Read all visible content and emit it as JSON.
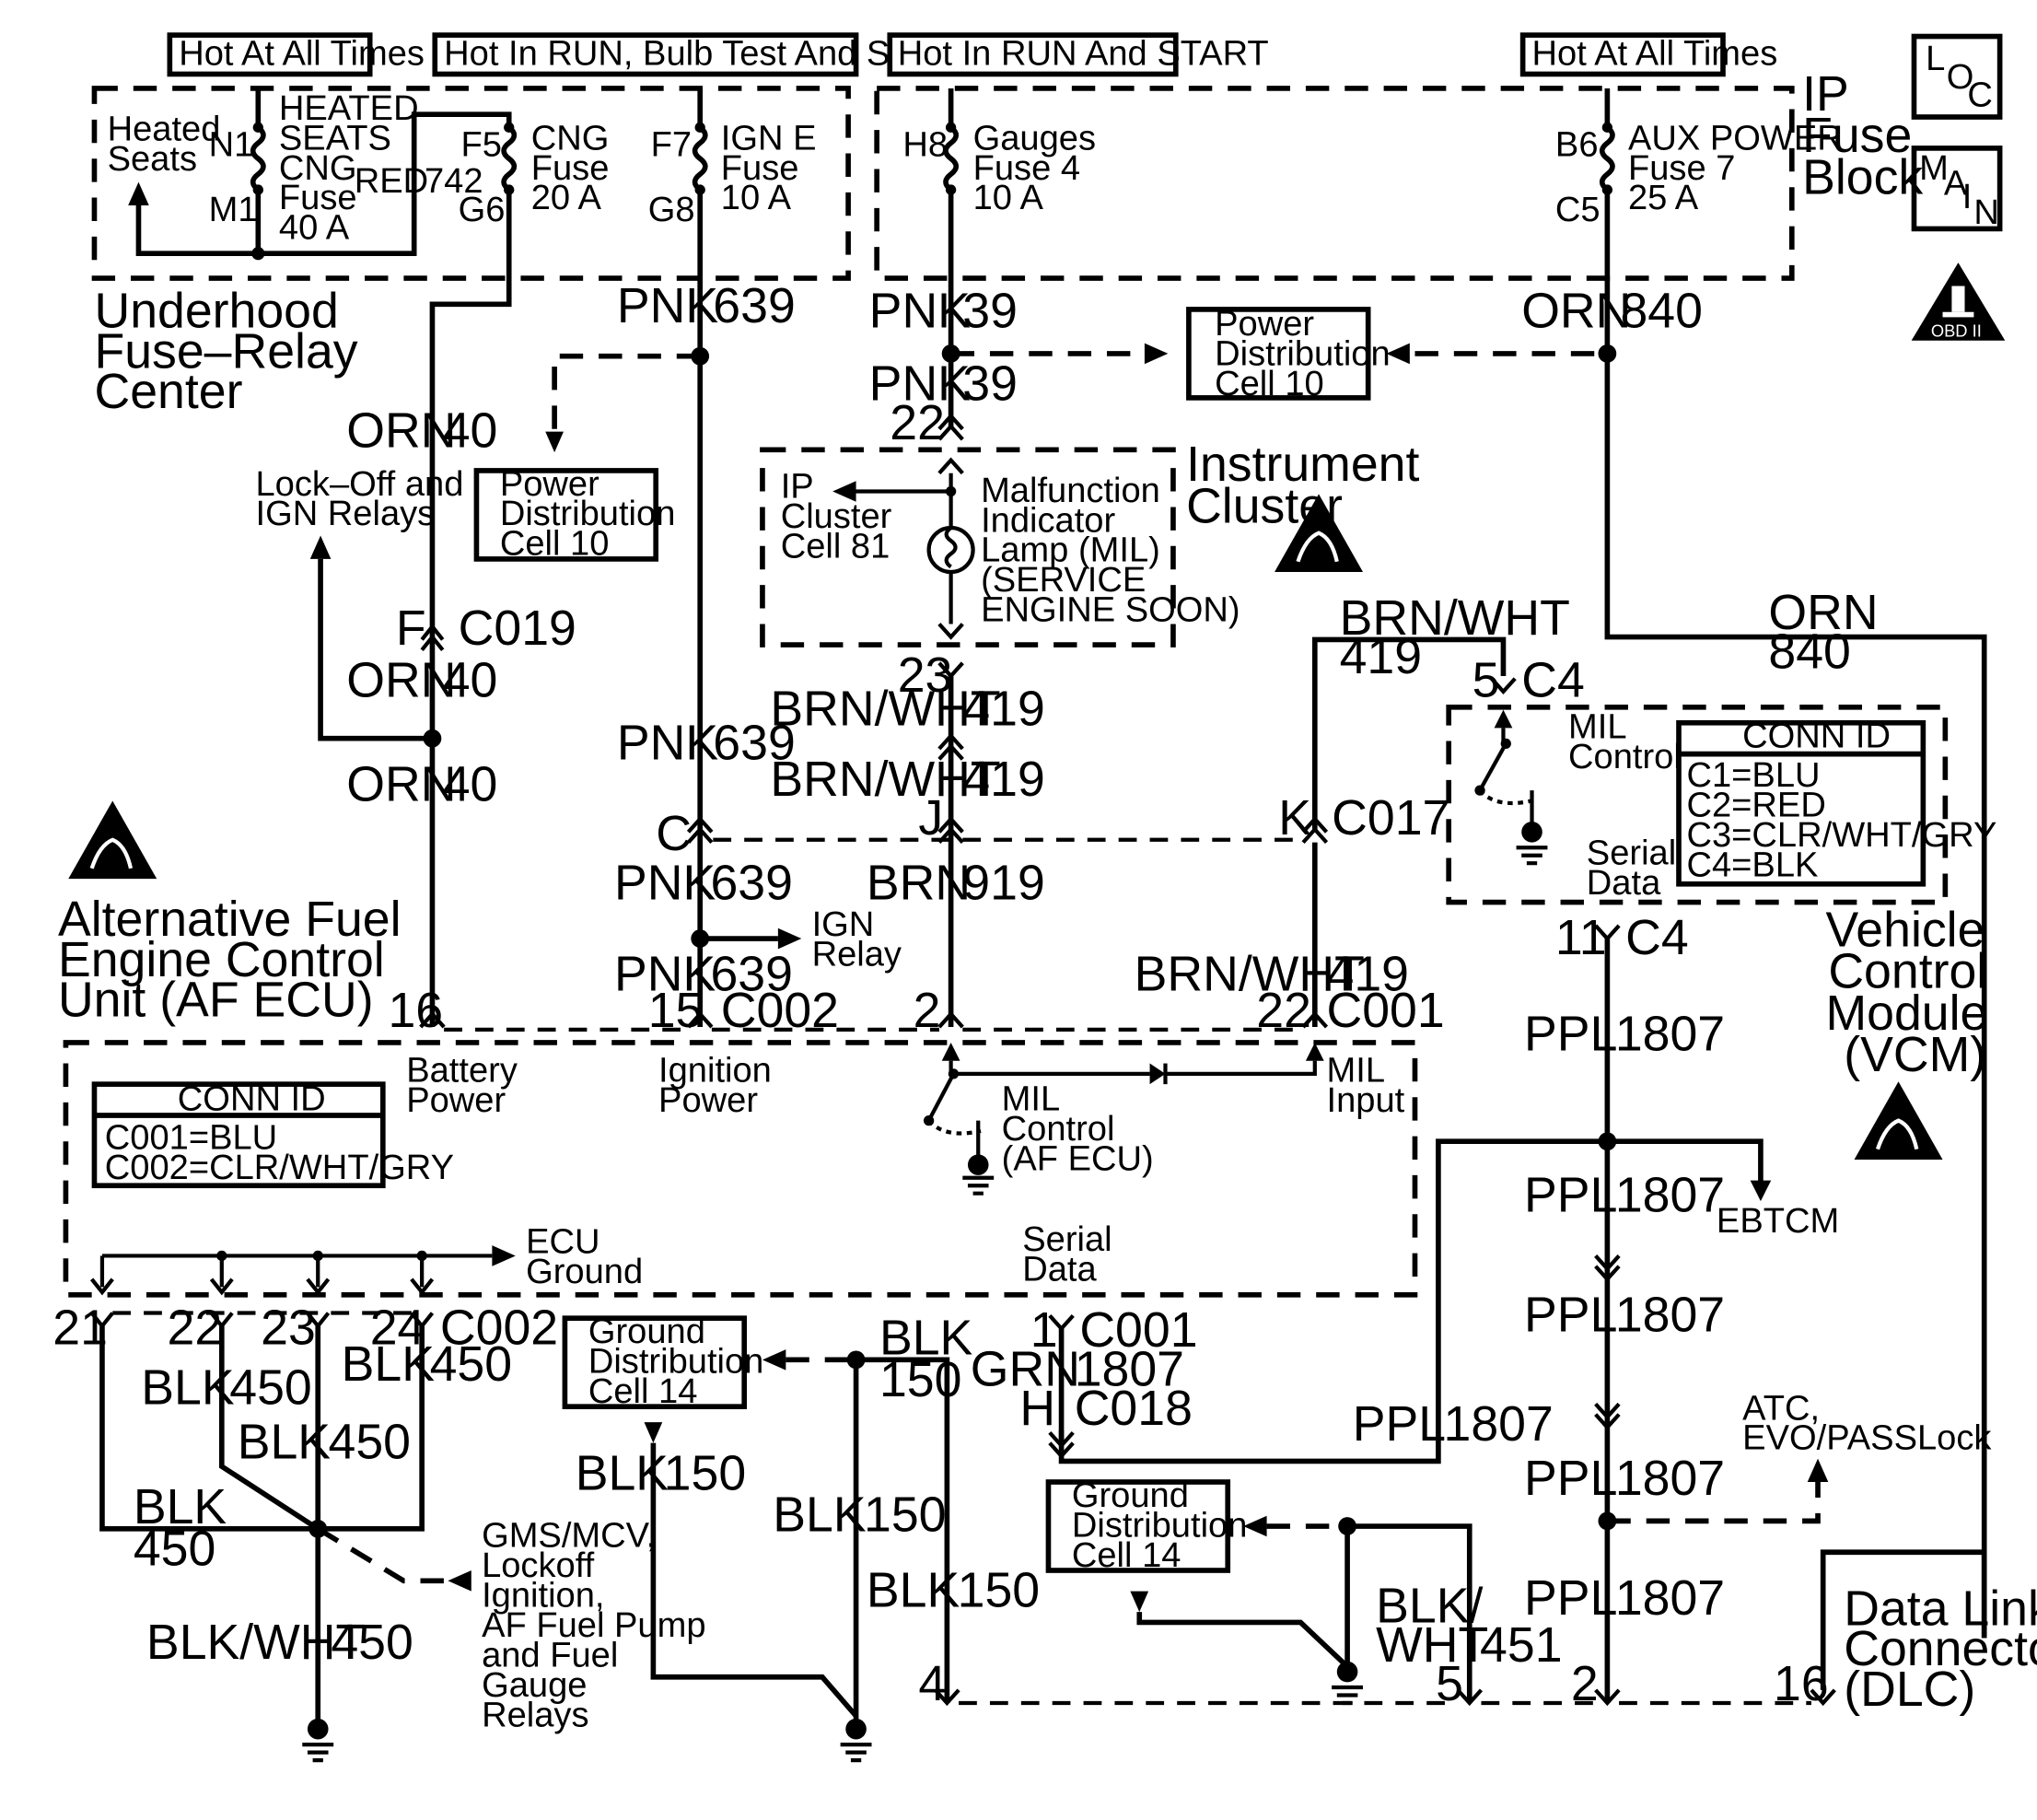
{
  "headers": {
    "hot_all_times_left": "Hot At All Times",
    "hot_run_bulb_start": "Hot In RUN, Bulb Test And START",
    "hot_run_start": "Hot In RUN And START",
    "hot_all_times_right": "Hot At All Times"
  },
  "side_labels": {
    "loc": [
      "L",
      "O",
      "C"
    ],
    "main": [
      "M",
      "A",
      "I",
      "N"
    ],
    "obd_symbol": "OBD II",
    "ip_fuse_block": [
      "IP",
      "Fuse",
      "Block"
    ],
    "underhood": [
      "Underhood",
      "Fuse–Relay",
      "Center"
    ],
    "instrument_cluster": [
      "Instrument",
      "Cluster"
    ],
    "af_ecu": [
      "Alternative Fuel",
      "Engine Control",
      "Unit (AF ECU)"
    ],
    "vcm": [
      "Vehicle",
      "Control",
      "Module",
      "(VCM)"
    ],
    "dlc": [
      "Data Link",
      "Connector",
      "(DLC)"
    ]
  },
  "fuses": {
    "heated_seats": [
      "Heated",
      "Seats"
    ],
    "n1": "N1",
    "m1": "M1",
    "heated_seats_cng_fuse": [
      "HEATED",
      "SEATS",
      "CNG",
      "Fuse",
      "40 A"
    ],
    "red": "RED",
    "c742": "742",
    "f5": "F5",
    "g6": "G6",
    "cng_fuse": [
      "CNG",
      "Fuse",
      "20 A"
    ],
    "f7": "F7",
    "g8": "G8",
    "ign_e_fuse": [
      "IGN E",
      "Fuse",
      "10 A"
    ],
    "h8": "H8",
    "gauges_fuse": [
      "Gauges",
      "Fuse 4",
      "10 A"
    ],
    "b6": "B6",
    "c5": "C5",
    "aux_fuse": [
      "AUX POWER",
      "Fuse 7",
      "25 A"
    ]
  },
  "wires": {
    "pnk": "PNK",
    "c639": "639",
    "c39": "39",
    "orn": "ORN",
    "c840": "840",
    "c40": "40",
    "brnwht": "BRN/WHT",
    "c419": "419",
    "brn": "BRN",
    "c919": "919",
    "ppl": "PPL",
    "c1807": "1807",
    "grn": "GRN",
    "blk": "BLK",
    "c450": "450",
    "c150": "150",
    "blkwht": "BLK/WHT",
    "blk_slash": "BLK/",
    "wht": "WHT",
    "c451": "451"
  },
  "connectors": {
    "f": "F",
    "c019": "C019",
    "c22": "22",
    "c23": "23",
    "c": "C",
    "j": "J",
    "k": "K",
    "c017": "C017",
    "c5": "5",
    "c4": "C4",
    "c11": "11",
    "c16": "16",
    "c15": "15",
    "c002": "C002",
    "c2": "2",
    "c001": "C001",
    "c21": "21",
    "c24": "24",
    "c1": "1",
    "h": "H",
    "c018": "C018",
    "c4pin": "4"
  },
  "boxes": {
    "power_dist_a": [
      "Power",
      "Distribution",
      "Cell 10"
    ],
    "power_dist_b": [
      "Power",
      "Distribution",
      "Cell 10"
    ],
    "ground_dist_a": [
      "Ground",
      "Distribution",
      "Cell 14"
    ],
    "ground_dist_b": [
      "Ground",
      "Distribution",
      "Cell 14"
    ],
    "conn_id_vcm": {
      "title": "CONN ID",
      "lines": [
        "C1=BLU",
        "C2=RED",
        "C3=CLR/WHT/GRY",
        "C4=BLK"
      ]
    },
    "conn_id_ecu": {
      "title": "CONN ID",
      "lines": [
        "C001=BLU",
        "C002=CLR/WHT/GRY"
      ]
    }
  },
  "labels": {
    "lockoff_ign": [
      "Lock–Off and",
      "IGN Relays"
    ],
    "ip_cluster_cell": [
      "IP",
      "Cluster",
      "Cell 81"
    ],
    "mil": [
      "Malfunction",
      "Indicator",
      "Lamp (MIL)",
      "(SERVICE",
      "ENGINE SOON)"
    ],
    "mil_control_vcm": [
      "MIL",
      "Control"
    ],
    "serial_data_vcm": [
      "Serial",
      "Data"
    ],
    "ign_relay": [
      "IGN",
      "Relay"
    ],
    "battery_power": [
      "Battery",
      "Power"
    ],
    "ignition_power": [
      "Ignition",
      "Power"
    ],
    "mil_control_ecu": [
      "MIL",
      "Control",
      "(AF ECU)"
    ],
    "mil_input": [
      "MIL",
      "Input"
    ],
    "ecu_ground": [
      "ECU",
      "Ground"
    ],
    "serial_data_ecu": [
      "Serial",
      "Data"
    ],
    "ebtcm": "EBTCM",
    "atc": [
      "ATC,",
      "EVO/PASSLock"
    ],
    "gms": [
      "GMS/MCV,",
      "Lockoff",
      "Ignition,",
      "AF Fuel Pump",
      "and Fuel",
      "Gauge",
      "Relays"
    ]
  }
}
